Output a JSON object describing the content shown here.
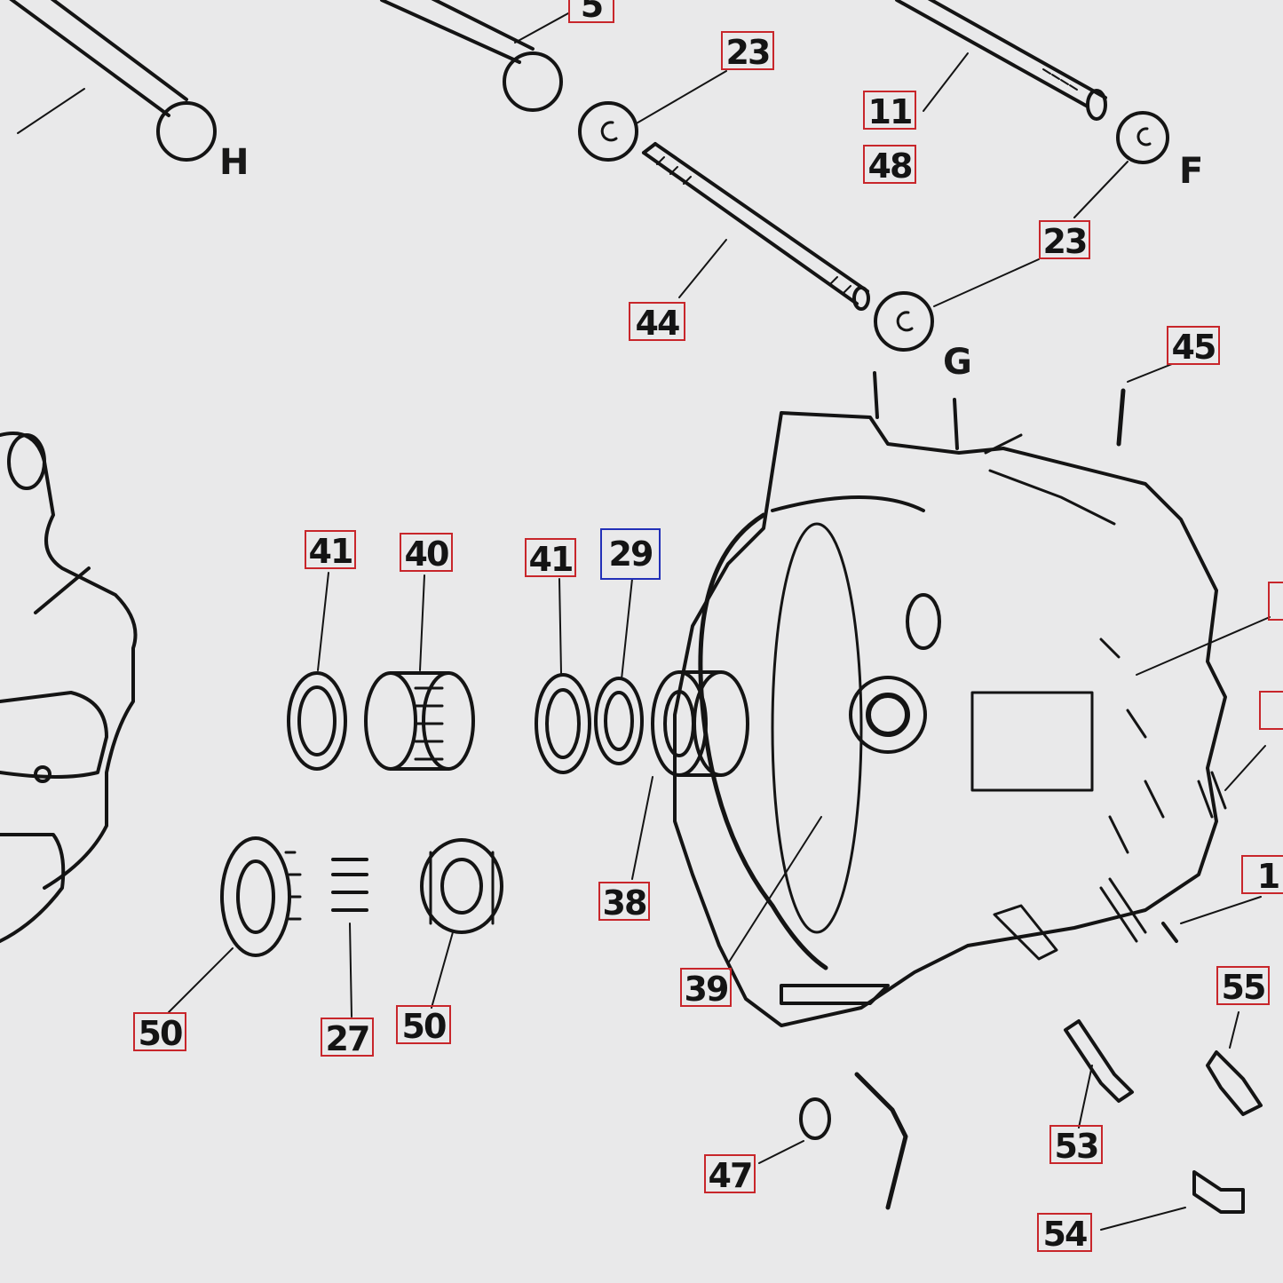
{
  "callouts": [
    {
      "id": "c-5",
      "text": "5"
    },
    {
      "id": "c-23a",
      "text": "23"
    },
    {
      "id": "c-11",
      "text": "11"
    },
    {
      "id": "c-48",
      "text": "48"
    },
    {
      "id": "c-23b",
      "text": "23"
    },
    {
      "id": "c-44",
      "text": "44"
    },
    {
      "id": "c-45",
      "text": "45"
    },
    {
      "id": "c-41a",
      "text": "41"
    },
    {
      "id": "c-40",
      "text": "40"
    },
    {
      "id": "c-41b",
      "text": "41"
    },
    {
      "id": "c-29",
      "text": "29"
    },
    {
      "id": "c-38",
      "text": "38"
    },
    {
      "id": "c-39",
      "text": "39"
    },
    {
      "id": "c-50a",
      "text": "50"
    },
    {
      "id": "c-27",
      "text": "27"
    },
    {
      "id": "c-50b",
      "text": "50"
    },
    {
      "id": "c-47",
      "text": "47"
    },
    {
      "id": "c-53",
      "text": "53"
    },
    {
      "id": "c-55",
      "text": "55"
    },
    {
      "id": "c-54",
      "text": "54"
    },
    {
      "id": "c-1",
      "text": "1"
    }
  ],
  "letters": {
    "h": "H",
    "f": "F",
    "g": "G"
  },
  "colors": {
    "background": "#e9e9ea",
    "ink": "#141414",
    "callout_border": "#c8262b",
    "callout_border_selected": "#2230b8"
  }
}
